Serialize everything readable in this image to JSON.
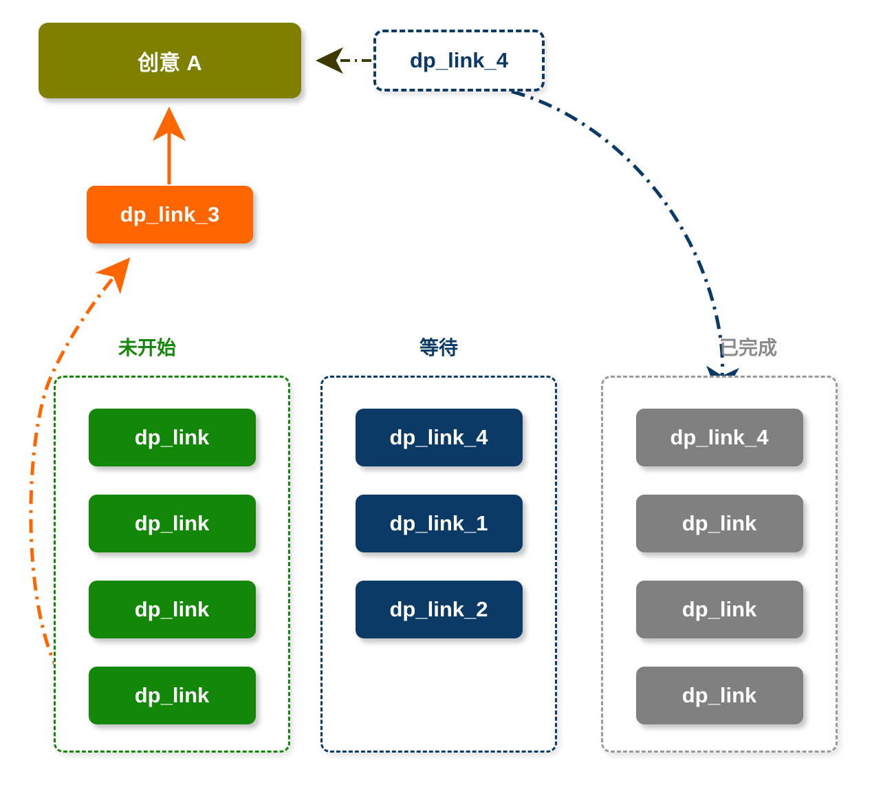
{
  "colors": {
    "idea": "#808000",
    "stage": "#FF6600",
    "not_started": "#138808",
    "waiting": "#0B3A66",
    "done": "#808080",
    "ghost_border": "#0B3A66",
    "idea_edge": "#3D3A00"
  },
  "idea_node": {
    "label": "创意 A"
  },
  "stage_node": {
    "label": "dp_link_3"
  },
  "ghost_node": {
    "label": "dp_link_4"
  },
  "columns": [
    {
      "key": "not_started",
      "title": "未开始",
      "items": [
        {
          "label": "dp_link"
        },
        {
          "label": "dp_link"
        },
        {
          "label": "dp_link"
        },
        {
          "label": "dp_link"
        }
      ]
    },
    {
      "key": "waiting",
      "title": "等待",
      "items": [
        {
          "label": "dp_link_4"
        },
        {
          "label": "dp_link_1"
        },
        {
          "label": "dp_link_2"
        }
      ]
    },
    {
      "key": "done",
      "title": "已完成",
      "items": [
        {
          "label": "dp_link_4"
        },
        {
          "label": "dp_link"
        },
        {
          "label": "dp_link"
        },
        {
          "label": "dp_link"
        }
      ]
    }
  ],
  "edges": [
    {
      "name": "ghost-to-idea",
      "from": "dp_link_4",
      "to": "创意 A",
      "style": "dash-dot",
      "color": "#3D3A00"
    },
    {
      "name": "stage-to-idea",
      "from": "dp_link_3",
      "to": "创意 A",
      "style": "solid",
      "color": "#FF6600"
    },
    {
      "name": "not-started-to-stage",
      "from": "dp_link",
      "to": "dp_link_3",
      "style": "dash-dot",
      "color": "#FF6600"
    },
    {
      "name": "ghost-to-done",
      "from": "dp_link_4",
      "to": "dp_link_4",
      "style": "dash-dot",
      "color": "#0B3A66"
    }
  ]
}
